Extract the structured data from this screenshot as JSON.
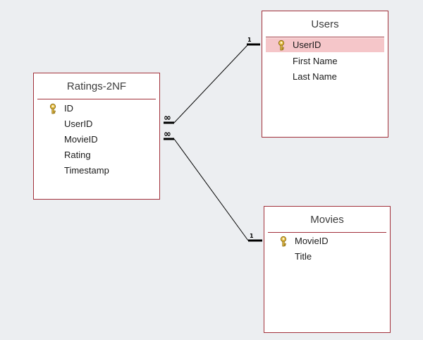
{
  "tables": {
    "ratings": {
      "title": "Ratings-2NF",
      "fields": [
        {
          "name": "ID",
          "key": true
        },
        {
          "name": "UserID",
          "key": false
        },
        {
          "name": "MovieID",
          "key": false
        },
        {
          "name": "Rating",
          "key": false
        },
        {
          "name": "Timestamp",
          "key": false
        }
      ]
    },
    "users": {
      "title": "Users",
      "fields": [
        {
          "name": "UserID",
          "key": true,
          "selected": true
        },
        {
          "name": "First Name",
          "key": false
        },
        {
          "name": "Last Name",
          "key": false
        }
      ]
    },
    "movies": {
      "title": "Movies",
      "fields": [
        {
          "name": "MovieID",
          "key": true
        },
        {
          "name": "Title",
          "key": false
        }
      ]
    }
  },
  "relationships": {
    "ratings_users": {
      "one_label": "1",
      "many_label": "∞"
    },
    "ratings_movies": {
      "one_label": "1",
      "many_label": "∞"
    }
  },
  "icons": {
    "primary_key": "key-icon"
  },
  "colors": {
    "background": "#eceef1",
    "table_border": "#a2303a",
    "selected_row": "#f5c6c9",
    "key_icon": "#d4a020"
  }
}
